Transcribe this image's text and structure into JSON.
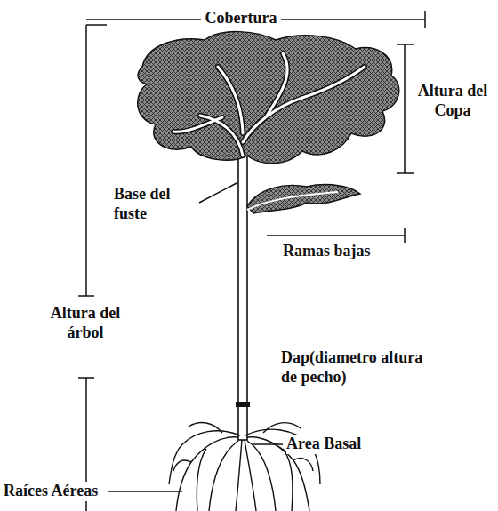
{
  "diagram": {
    "labels": [
      "Cobertura",
      "Altura del Copa",
      "Base del fuste",
      "Ramas bajas",
      "Altura del árbol",
      "Dap(diametro altura de pecho)",
      "Area Basal",
      "Raíces Aéreas"
    ]
  }
}
